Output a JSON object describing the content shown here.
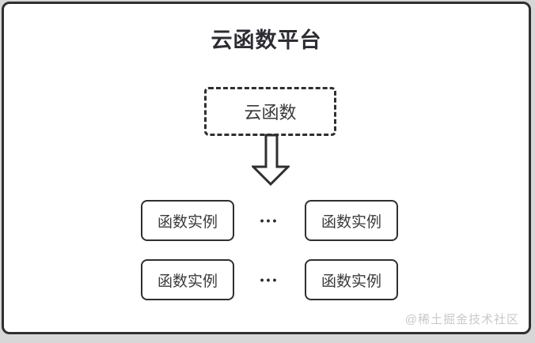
{
  "diagram": {
    "title": "云函数平台",
    "cloud_box": {
      "label": "云函数"
    },
    "instance_rows": [
      {
        "left_label": "函数实例",
        "dots": "•••",
        "right_label": "函数实例"
      },
      {
        "left_label": "函数实例",
        "dots": "•••",
        "right_label": "函数实例"
      }
    ],
    "watermark": "@稀土掘金技术社区",
    "colors": {
      "stroke": "#2f2f2f",
      "text": "#3a3a3a",
      "card_background": "#ffffff",
      "page_background": "#d7d7d7",
      "watermark": "#c9c9c9"
    }
  }
}
